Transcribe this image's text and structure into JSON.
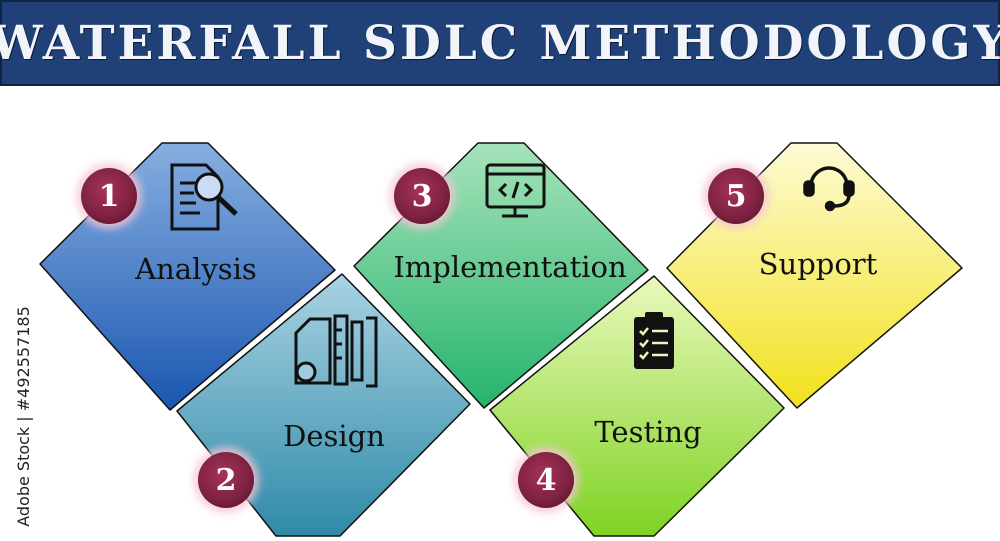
{
  "title": "WATERFALL SDLC METHODOLOGY",
  "steps": [
    {
      "number": "1",
      "label": "Analysis",
      "icon": "document-magnifier-icon",
      "color_top": "#86aee0",
      "color_bottom": "#1a56b0"
    },
    {
      "number": "2",
      "label": "Design",
      "icon": "design-tools-icon",
      "color_top": "#9fcbdc",
      "color_bottom": "#2f8aa8"
    },
    {
      "number": "3",
      "label": "Implementation",
      "icon": "code-monitor-icon",
      "color_top": "#a6e3ba",
      "color_bottom": "#25b36c"
    },
    {
      "number": "4",
      "label": "Testing",
      "icon": "clipboard-checklist-icon",
      "color_top": "#e4f6b2",
      "color_bottom": "#7fd323"
    },
    {
      "number": "5",
      "label": "Support",
      "icon": "headset-icon",
      "color_top": "#fdfbd0",
      "color_bottom": "#f2e11c"
    }
  ],
  "colors": {
    "banner": "#1f4178",
    "badge": "#8a2746",
    "badge_glow": "#c7587a"
  },
  "watermark": "Adobe Stock | #492557185"
}
